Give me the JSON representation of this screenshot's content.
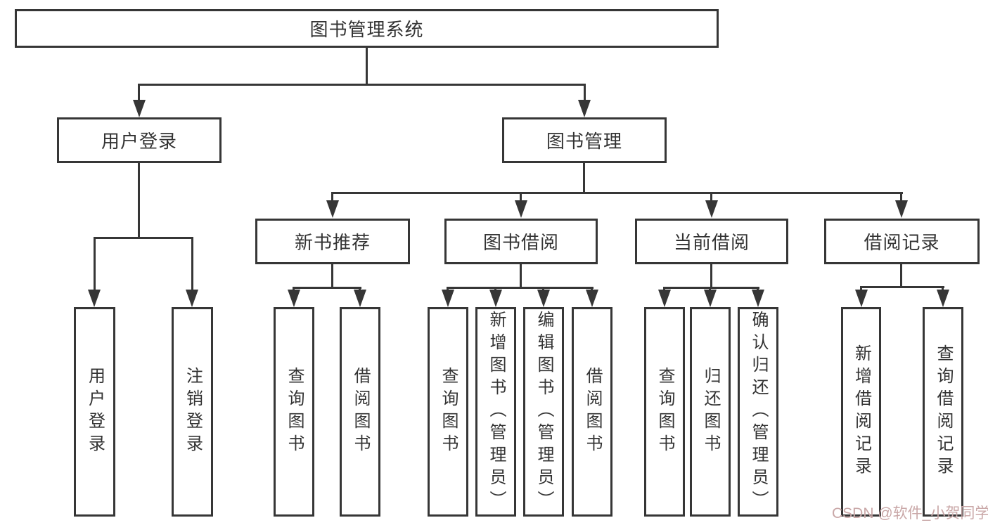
{
  "diagram": {
    "root": "图书管理系统",
    "branches": [
      {
        "label": "用户登录",
        "leaves": [
          "用户登录",
          "注销登录"
        ]
      },
      {
        "label": "图书管理",
        "groups": [
          {
            "label": "新书推荐",
            "leaves": [
              "查询图书",
              "借阅图书"
            ]
          },
          {
            "label": "图书借阅",
            "leaves": [
              "查询图书",
              "新增图书（管理员）",
              "编辑图书（管理员）",
              "借阅图书"
            ]
          },
          {
            "label": "当前借阅",
            "leaves": [
              "查询图书",
              "归还图书",
              "确认归还（管理员）"
            ]
          },
          {
            "label": "借阅记录",
            "leaves": [
              "新增借阅记录",
              "查询借阅记录"
            ]
          }
        ]
      }
    ]
  },
  "watermark": "CSDN @软件_小贺同学",
  "colors": {
    "line": "#363636",
    "text": "#333333",
    "watermark": "#c9a7a7",
    "background": "#ffffff"
  }
}
